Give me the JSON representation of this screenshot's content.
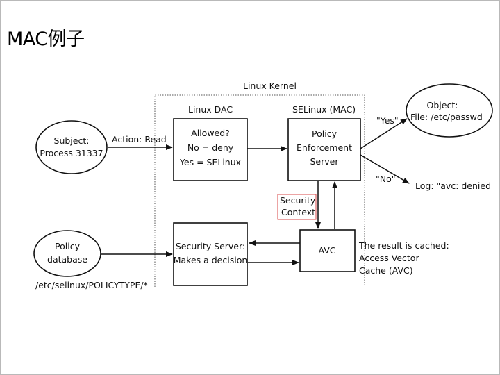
{
  "slide": {
    "title": "MAC例子"
  },
  "diagram": {
    "kernel_label": "Linux Kernel",
    "dac_section": "Linux DAC",
    "mac_section": "SELinux (MAC)",
    "subject": {
      "line1": "Subject:",
      "line2": "Process 31337"
    },
    "action_label": "Action: Read",
    "dac_box": {
      "line1": "Allowed?",
      "line2": "No = deny",
      "line3": "Yes = SELinux"
    },
    "pes_box": {
      "line1": "Policy",
      "line2": "Enforcement",
      "line3": "Server"
    },
    "yes_label": "\"Yes\"",
    "no_label": "\"No\"",
    "object": {
      "line1": "Object:",
      "line2": "File: /etc/passwd"
    },
    "log_label": "Log: \"avc: denied",
    "security_context": {
      "line1": "Security",
      "line2": "Context"
    },
    "avc_box": "AVC",
    "cache_note": {
      "line1": "The result is cached:",
      "line2": "Access Vector",
      "line3": "Cache (AVC)"
    },
    "security_server": {
      "line1": "Security Server:",
      "line2": "Makes a decision"
    },
    "policy_db": {
      "line1": "Policy",
      "line2": "database"
    },
    "policy_path": "/etc/selinux/POLICYTYPE/*"
  }
}
